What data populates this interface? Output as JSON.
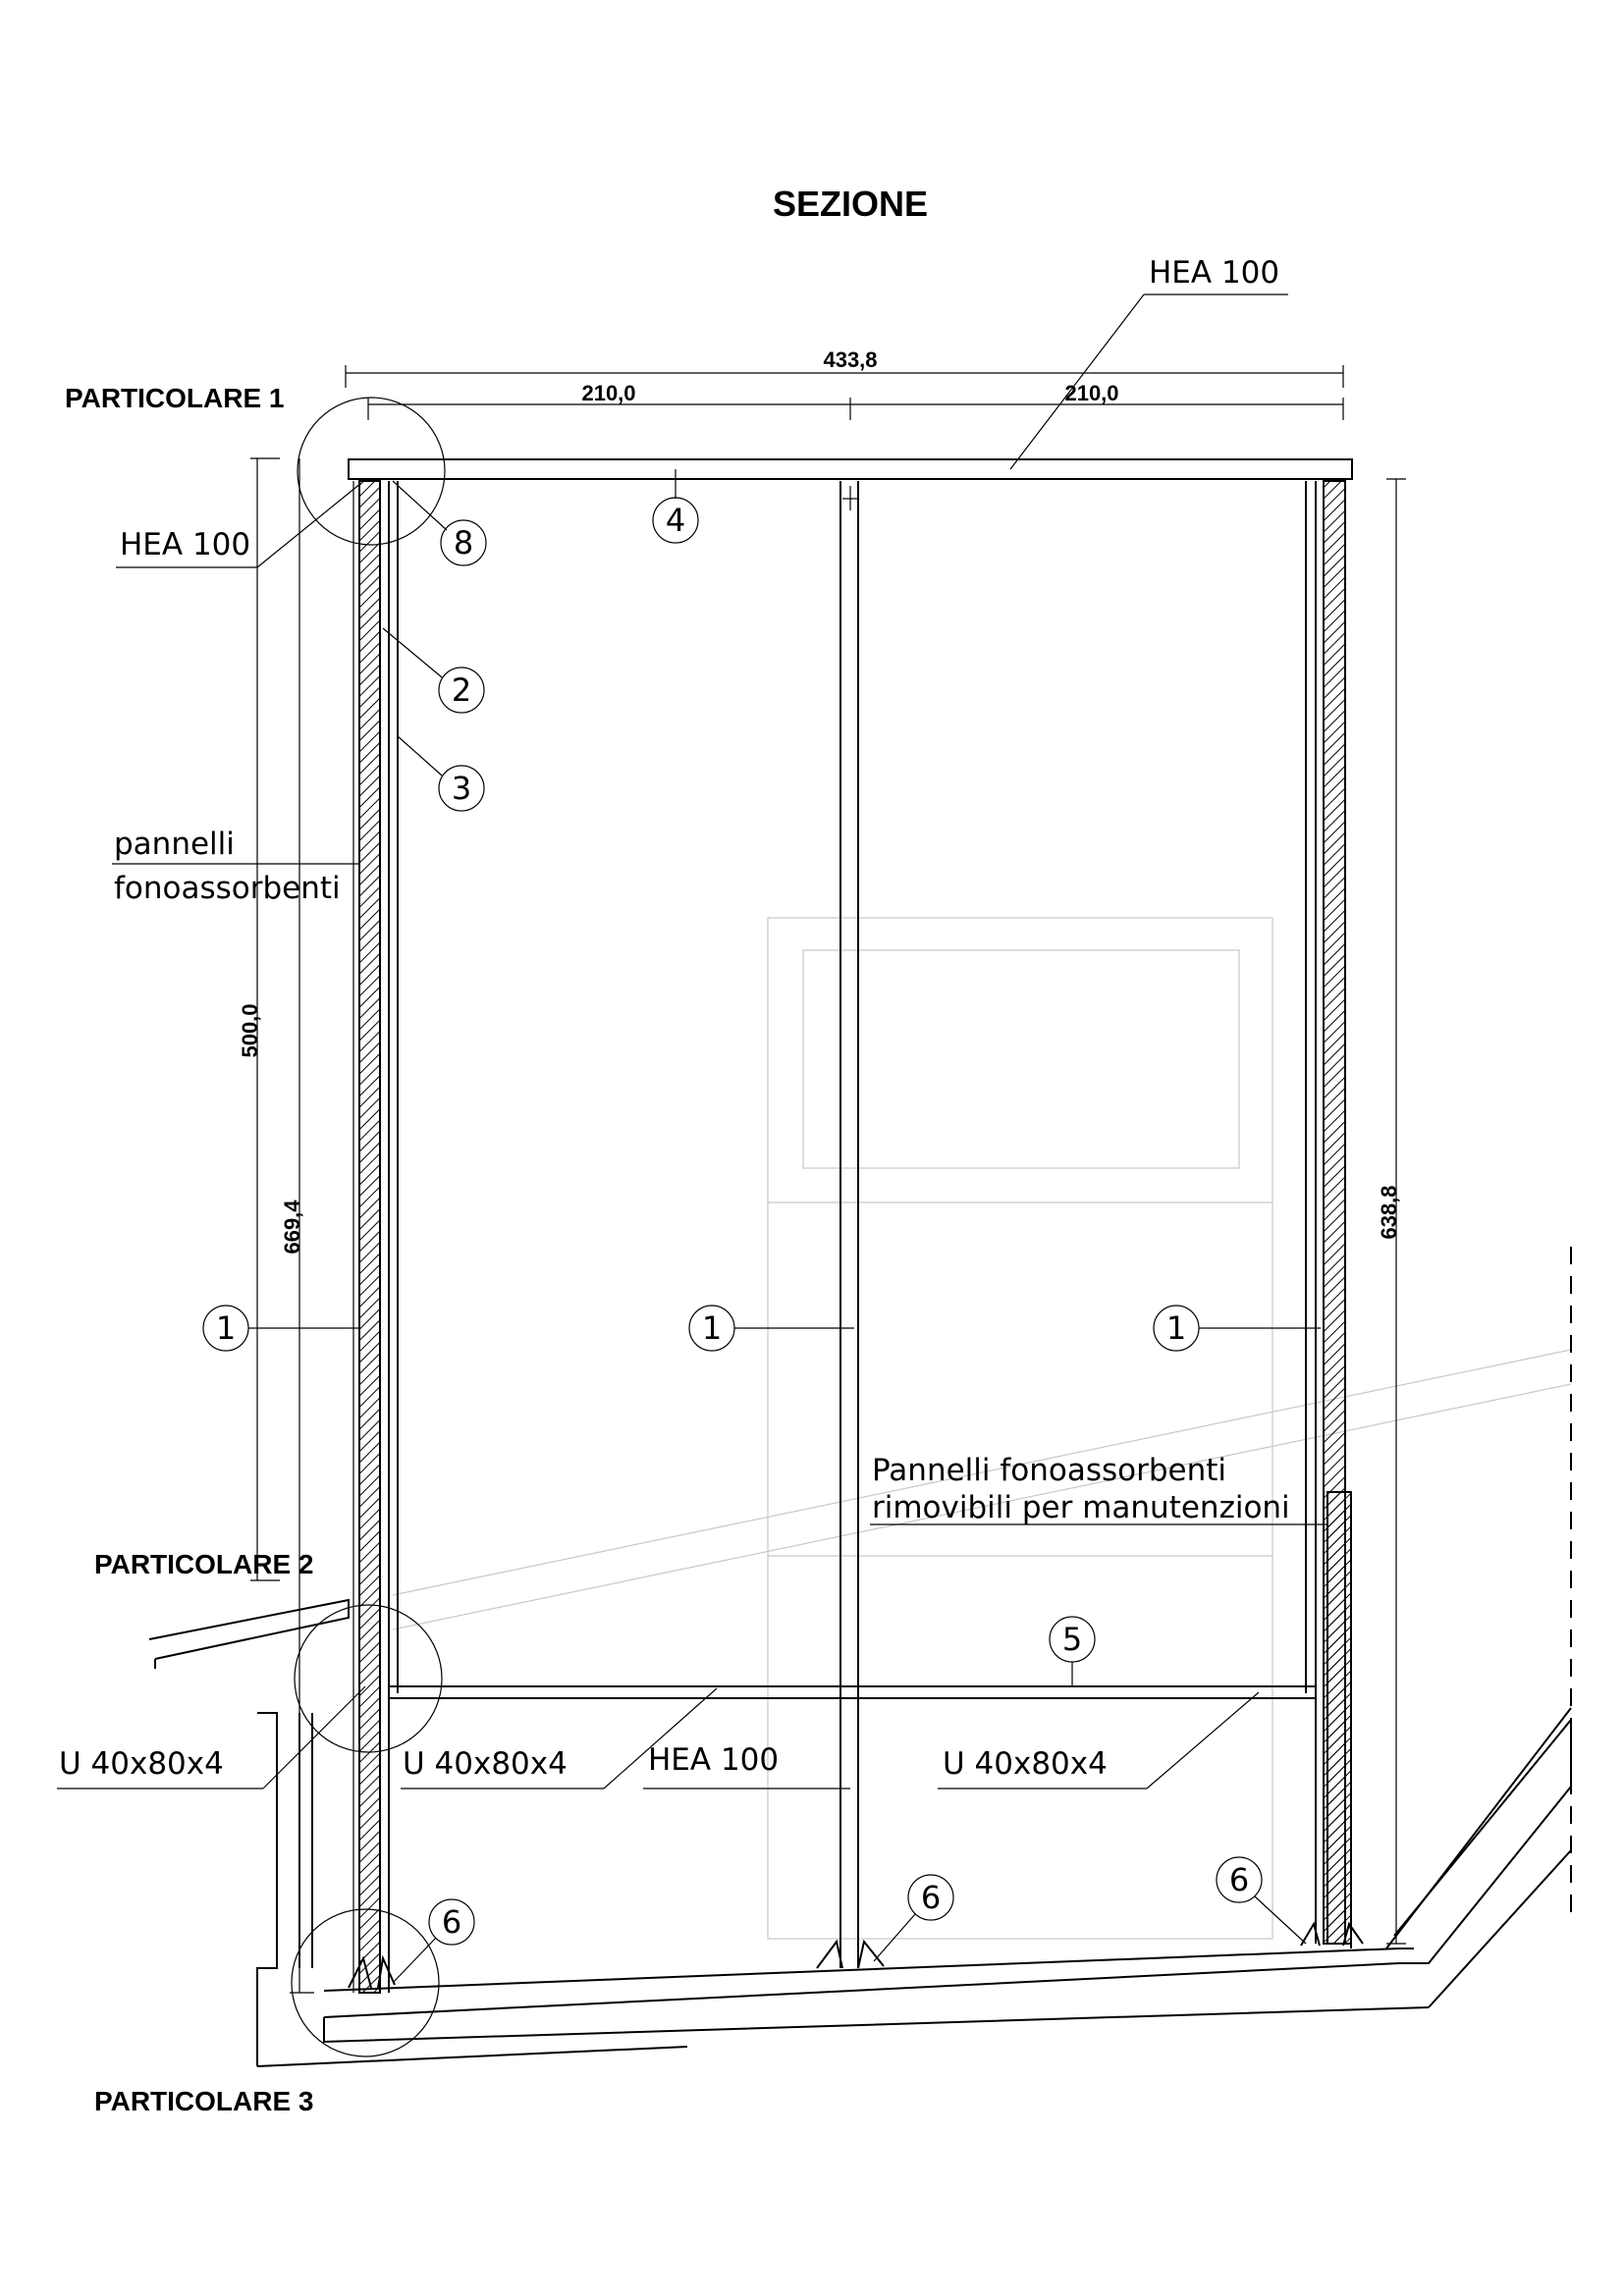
{
  "title": "SEZIONE",
  "details": {
    "particolare_1": "PARTICOLARE 1",
    "particolare_2": "PARTICOLARE 2",
    "particolare_3": "PARTICOLARE 3"
  },
  "dimensions": {
    "total_width": "433,8",
    "left_span": "210,0",
    "right_span": "210,0",
    "left_height": "500,0",
    "overall_height": "669,4",
    "right_height": "638,8"
  },
  "annotations": {
    "hea_top_right": "HEA  100",
    "hea_top_left": "HEA  100",
    "pannelli_line1": "pannelli",
    "pannelli_line2": "fonoassorbenti",
    "removable_line1": "Pannelli  fonoassorbenti",
    "removable_line2": "rimovibili  per  manutenzioni",
    "u_left": "U  40x80x4",
    "u_center_left": "U  40x80x4",
    "hea_bottom": "HEA  100",
    "u_right": "U  40x80x4"
  },
  "markers": {
    "m8": "8",
    "m4": "4",
    "m2": "2",
    "m3": "3",
    "m1_left": "1",
    "m1_center": "1",
    "m1_right": "1",
    "m5": "5",
    "m6_left": "6",
    "m6_center": "6",
    "m6_right": "6"
  }
}
